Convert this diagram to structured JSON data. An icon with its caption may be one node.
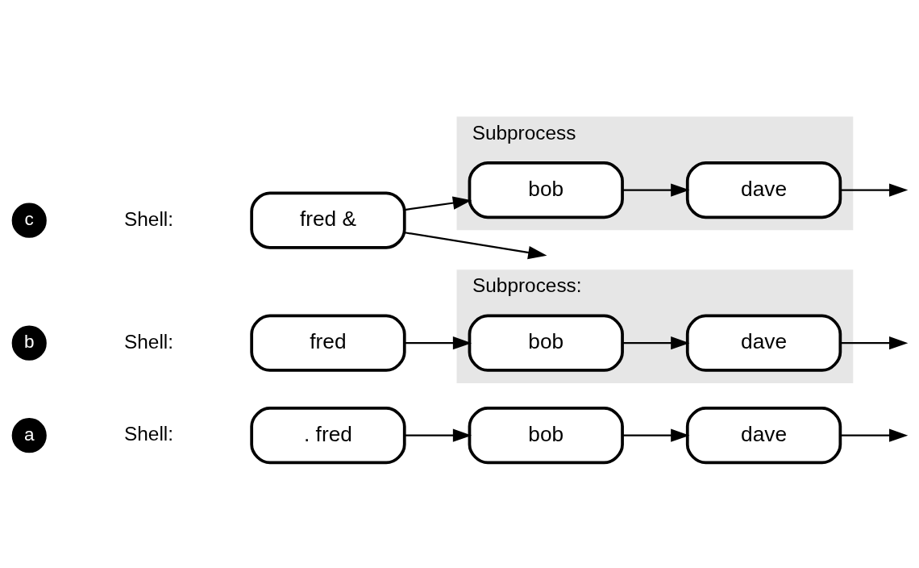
{
  "diagram": {
    "nodes": [
      {
        "text": [
          ". fred"
        ]
      },
      {
        "text": [
          "bob"
        ]
      },
      {
        "text": [
          "dave"
        ]
      },
      {
        "text": [
          "fred"
        ]
      },
      {
        "text": [
          "Subprocess:"
        ]
      },
      {
        "text": [
          "bob"
        ],
        "in": 4
      },
      {
        "text": [
          "dave"
        ],
        "in": 4
      },
      {
        "text": [
          "fred &"
        ]
      },
      {
        "text": [
          "Subprocess"
        ]
      },
      {
        "text": [
          "bob"
        ],
        "in": 8
      },
      {
        "text": [
          "dave"
        ],
        "in": 8
      }
    ],
    "edges": [
      {
        "from": 0,
        "to": 1,
        "arrow": "to"
      },
      {
        "from": 1,
        "to": 2,
        "arrow": "to"
      },
      {
        "from": 2,
        "to": null,
        "arrow": "to"
      },
      {
        "from": 3,
        "to": 5,
        "arrow": "to"
      },
      {
        "from": 5,
        "to": 6,
        "arrow": "to"
      },
      {
        "from": 6,
        "to": null,
        "arrow": "to"
      },
      {
        "from": 7,
        "to": null,
        "arrow": "to"
      },
      {
        "from": 7,
        "to": 9,
        "arrow": "to"
      },
      {
        "from": 9,
        "to": 10,
        "arrow": "to"
      },
      {
        "from": 10,
        "to": null,
        "arrow": "to"
      }
    ],
    "labels": [
      "a",
      "Shell:",
      "b",
      "Shell:",
      "c",
      "Shell:"
    ]
  }
}
